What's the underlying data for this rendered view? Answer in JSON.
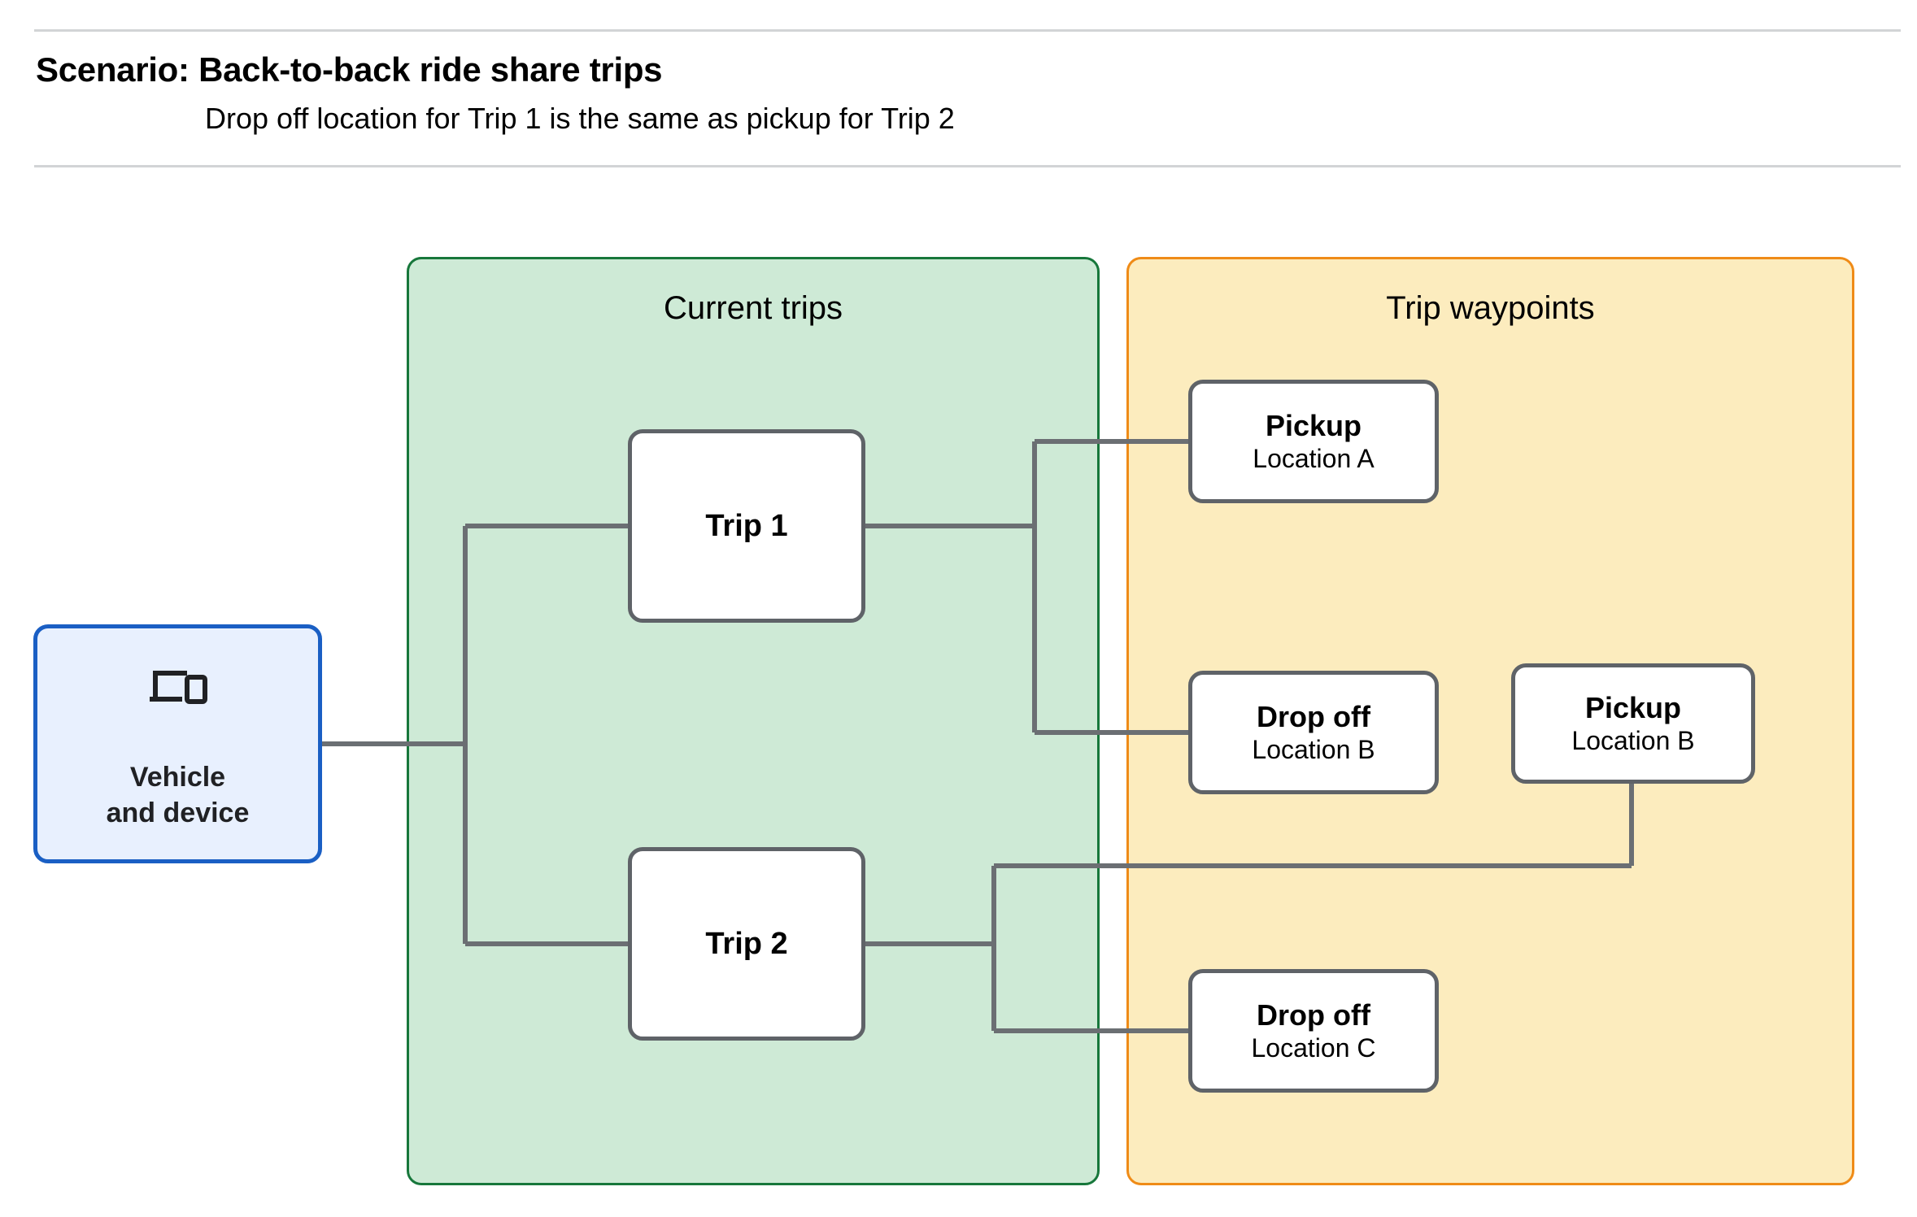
{
  "header": {
    "title": "Scenario: Back-to-back ride share trips",
    "subtitle": "Drop off  location for Trip 1 is the same as pickup for Trip 2"
  },
  "source": {
    "label": "Vehicle\nand device",
    "icon": "devices-icon",
    "border_color": "#1a5fc4",
    "fill_color": "#e8f0fe"
  },
  "panels": {
    "current_trips": {
      "title": "Current trips",
      "fill_color": "#ceead6",
      "border_color": "#17773b"
    },
    "trip_waypoints": {
      "title": "Trip waypoints",
      "fill_color": "#fcecbe",
      "border_color": "#ef8b17"
    }
  },
  "trips": [
    {
      "label": "Trip 1"
    },
    {
      "label": "Trip 2"
    }
  ],
  "waypoints": [
    {
      "type": "Pickup",
      "location": "Location A"
    },
    {
      "type": "Drop off",
      "location": "Location B"
    },
    {
      "type": "Pickup",
      "location": "Location B"
    },
    {
      "type": "Drop off",
      "location": "Location C"
    }
  ],
  "connector_color": "#6b6f73"
}
